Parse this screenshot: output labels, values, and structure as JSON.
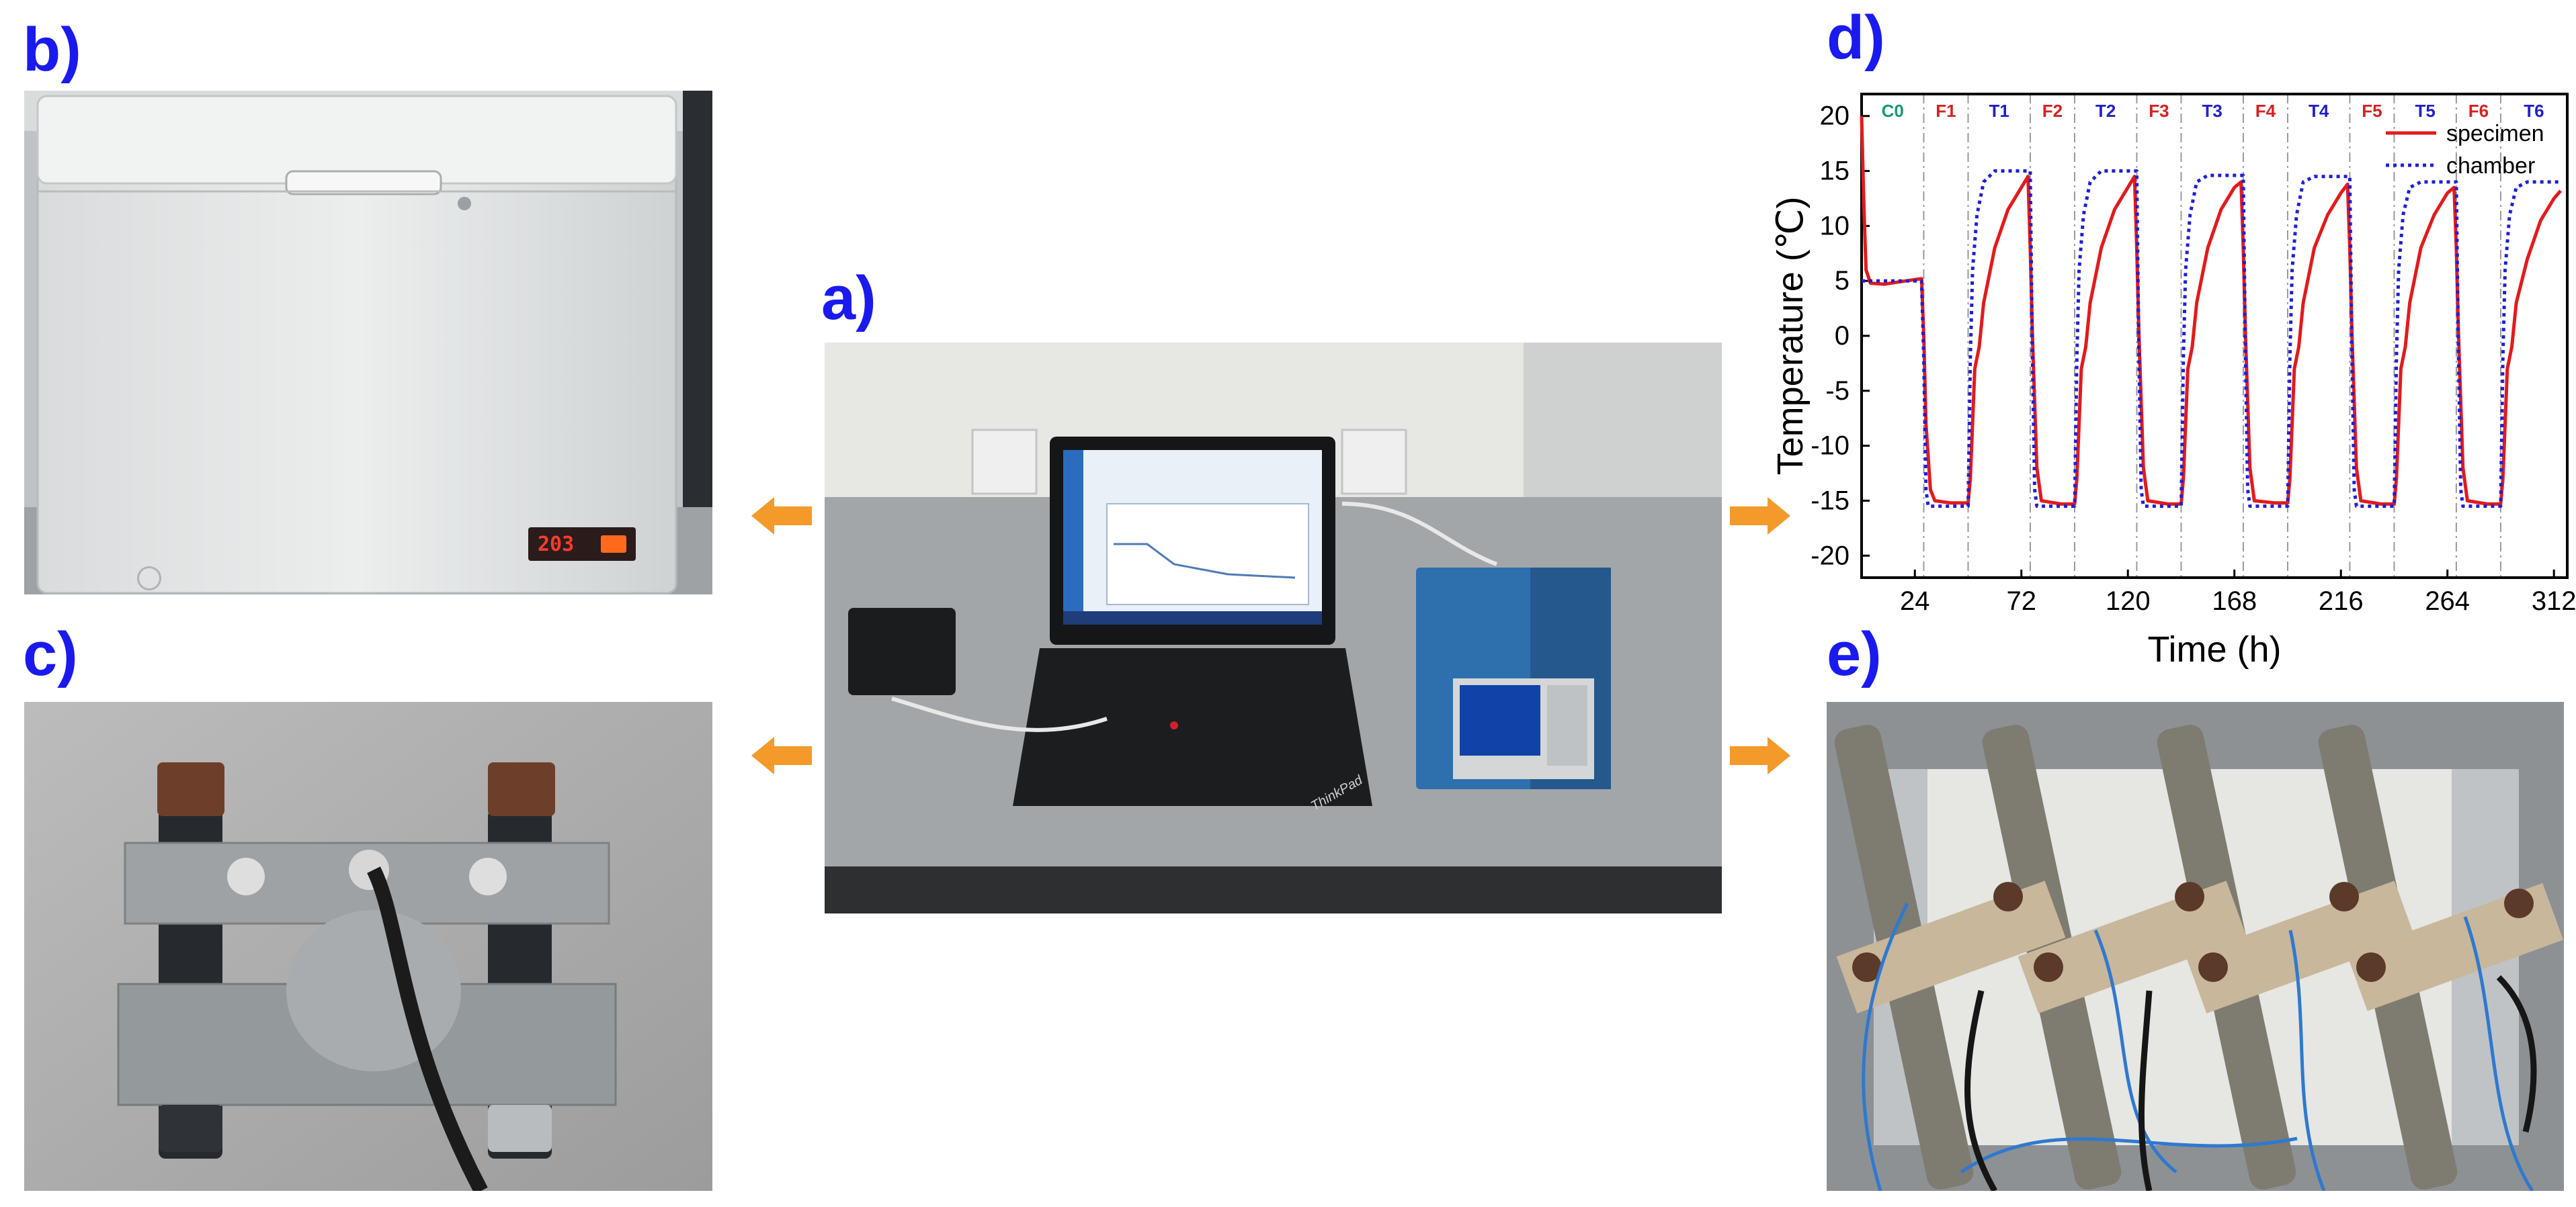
{
  "panels": {
    "a": "a)",
    "b": "b)",
    "c": "c)",
    "d": "d)",
    "e": "e)"
  },
  "colors": {
    "label_blue": "#1a1aef",
    "arrow_orange": "#f39a2a",
    "specimen_red": "#e31a1c",
    "chamber_blue": "#1f1fd6",
    "phase_c_green": "#159a6f",
    "phase_f_red": "#d62020",
    "phase_t_blue": "#2020cc"
  },
  "photos": {
    "b": {
      "subject": "chest freezer",
      "display_reading": "203"
    },
    "c": {
      "subject": "steel specimen clamp with bolts and sensor cable"
    },
    "a": {
      "subject": "laptop, data logger and acquisition box",
      "laptop_brand": "ThinkPad"
    },
    "e": {
      "subject": "specimens mounted in freezer with sensor wires"
    }
  },
  "chart_data": {
    "type": "line",
    "xlabel": "Time (h)",
    "ylabel": "Temperature (℃)",
    "xlim": [
      0,
      318
    ],
    "ylim": [
      -22,
      22
    ],
    "xticks": [
      24,
      72,
      120,
      168,
      216,
      264,
      312
    ],
    "yticks": [
      -20,
      -15,
      -10,
      -5,
      0,
      5,
      10,
      15,
      20
    ],
    "phase_labels": [
      "C0",
      "F1",
      "T1",
      "F2",
      "T2",
      "F3",
      "T3",
      "F4",
      "T4",
      "F5",
      "T5",
      "F6",
      "T6"
    ],
    "phase_boundaries": [
      28,
      48,
      76,
      96,
      124,
      144,
      172,
      192,
      220,
      240,
      268,
      288
    ],
    "legend": {
      "position": "top-right"
    },
    "series": [
      {
        "name": "specimen",
        "style": "solid",
        "color": "#e31a1c",
        "points": [
          [
            0,
            20
          ],
          [
            1,
            12
          ],
          [
            2,
            6
          ],
          [
            4,
            4.8
          ],
          [
            10,
            4.7
          ],
          [
            20,
            5
          ],
          [
            27,
            5.2
          ],
          [
            28,
            0
          ],
          [
            29,
            -8
          ],
          [
            31,
            -14
          ],
          [
            33,
            -15
          ],
          [
            40,
            -15.2
          ],
          [
            48,
            -15.2
          ],
          [
            49,
            -13
          ],
          [
            50,
            -8
          ],
          [
            51,
            -3
          ],
          [
            53,
            -1
          ],
          [
            55,
            3
          ],
          [
            60,
            8
          ],
          [
            66,
            11.5
          ],
          [
            72,
            13.5
          ],
          [
            75,
            14.5
          ],
          [
            76,
            8
          ],
          [
            77,
            0
          ],
          [
            79,
            -12
          ],
          [
            81,
            -15
          ],
          [
            90,
            -15.3
          ],
          [
            96,
            -15.3
          ],
          [
            97,
            -13
          ],
          [
            98,
            -8
          ],
          [
            99,
            -3
          ],
          [
            101,
            -1
          ],
          [
            103,
            3
          ],
          [
            108,
            8
          ],
          [
            114,
            11.5
          ],
          [
            120,
            13.5
          ],
          [
            123,
            14.5
          ],
          [
            124,
            8
          ],
          [
            125,
            0
          ],
          [
            127,
            -12
          ],
          [
            129,
            -15
          ],
          [
            138,
            -15.3
          ],
          [
            144,
            -15.3
          ],
          [
            145,
            -13
          ],
          [
            146,
            -8
          ],
          [
            147,
            -3
          ],
          [
            149,
            -1
          ],
          [
            151,
            3
          ],
          [
            156,
            8
          ],
          [
            162,
            11.5
          ],
          [
            168,
            13.5
          ],
          [
            171,
            14
          ],
          [
            172,
            8
          ],
          [
            173,
            0
          ],
          [
            175,
            -12
          ],
          [
            177,
            -15
          ],
          [
            186,
            -15.2
          ],
          [
            192,
            -15.2
          ],
          [
            193,
            -13
          ],
          [
            194,
            -8
          ],
          [
            195,
            -3
          ],
          [
            197,
            -1
          ],
          [
            199,
            3
          ],
          [
            204,
            8
          ],
          [
            210,
            11
          ],
          [
            216,
            13
          ],
          [
            219,
            13.8
          ],
          [
            220,
            8
          ],
          [
            221,
            0
          ],
          [
            223,
            -12
          ],
          [
            225,
            -15
          ],
          [
            234,
            -15.3
          ],
          [
            240,
            -15.3
          ],
          [
            241,
            -13
          ],
          [
            242,
            -8
          ],
          [
            243,
            -3
          ],
          [
            245,
            -1
          ],
          [
            247,
            3
          ],
          [
            252,
            8
          ],
          [
            258,
            11
          ],
          [
            264,
            13
          ],
          [
            267,
            13.5
          ],
          [
            268,
            8
          ],
          [
            269,
            0
          ],
          [
            271,
            -12
          ],
          [
            273,
            -15
          ],
          [
            282,
            -15.3
          ],
          [
            288,
            -15.3
          ],
          [
            289,
            -13
          ],
          [
            290,
            -8
          ],
          [
            291,
            -3
          ],
          [
            293,
            -1
          ],
          [
            295,
            3
          ],
          [
            300,
            7
          ],
          [
            306,
            10.5
          ],
          [
            312,
            12.5
          ],
          [
            315,
            13.2
          ]
        ]
      },
      {
        "name": "chamber",
        "style": "dotted",
        "color": "#1f1fd6",
        "points": [
          [
            0,
            5
          ],
          [
            27,
            5
          ],
          [
            28,
            -2
          ],
          [
            29,
            -14
          ],
          [
            30,
            -15.5
          ],
          [
            48,
            -15.5
          ],
          [
            49,
            -2
          ],
          [
            50,
            6
          ],
          [
            52,
            11
          ],
          [
            55,
            14
          ],
          [
            60,
            15
          ],
          [
            76,
            15
          ],
          [
            77,
            -2
          ],
          [
            78,
            -14
          ],
          [
            79,
            -15.5
          ],
          [
            96,
            -15.5
          ],
          [
            97,
            -2
          ],
          [
            98,
            6
          ],
          [
            100,
            11
          ],
          [
            103,
            14
          ],
          [
            108,
            15
          ],
          [
            124,
            15
          ],
          [
            125,
            -2
          ],
          [
            126,
            -14
          ],
          [
            127,
            -15.5
          ],
          [
            144,
            -15.5
          ],
          [
            145,
            -2
          ],
          [
            146,
            6
          ],
          [
            148,
            11
          ],
          [
            151,
            14
          ],
          [
            156,
            14.6
          ],
          [
            172,
            14.6
          ],
          [
            173,
            -2
          ],
          [
            174,
            -14
          ],
          [
            175,
            -15.5
          ],
          [
            192,
            -15.5
          ],
          [
            193,
            -2
          ],
          [
            194,
            6
          ],
          [
            196,
            11
          ],
          [
            199,
            14
          ],
          [
            204,
            14.5
          ],
          [
            220,
            14.5
          ],
          [
            221,
            -2
          ],
          [
            222,
            -14
          ],
          [
            223,
            -15.5
          ],
          [
            240,
            -15.5
          ],
          [
            241,
            -2
          ],
          [
            242,
            6
          ],
          [
            244,
            11
          ],
          [
            247,
            13.5
          ],
          [
            252,
            14
          ],
          [
            268,
            14
          ],
          [
            269,
            -2
          ],
          [
            270,
            -14
          ],
          [
            271,
            -15.5
          ],
          [
            288,
            -15.5
          ],
          [
            289,
            -2
          ],
          [
            290,
            6
          ],
          [
            292,
            11
          ],
          [
            295,
            13.5
          ],
          [
            300,
            14
          ],
          [
            315,
            14
          ]
        ]
      }
    ]
  }
}
